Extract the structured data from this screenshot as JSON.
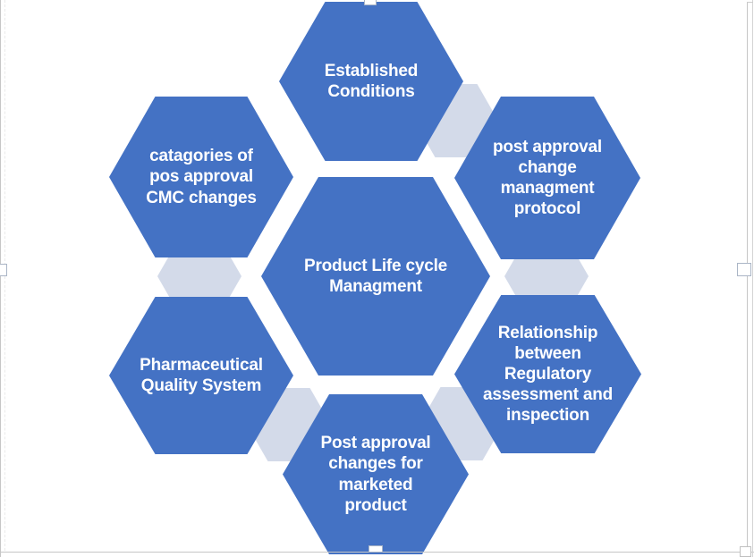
{
  "diagram": {
    "type": "hexagon-cluster",
    "center": {
      "label": "Product Life cycle\nManagment"
    },
    "nodes": [
      {
        "id": "top",
        "label": "Established\nConditions"
      },
      {
        "id": "top-right",
        "label": "post approval\nchange\nmanagment\nprotocol"
      },
      {
        "id": "bottom-right",
        "label": "Relationship\nbetween\nRegulatory\nassessment and\ninspection"
      },
      {
        "id": "bottom",
        "label": "Post approval\nchanges for\nmarketed\nproduct"
      },
      {
        "id": "bottom-left",
        "label": "Pharmaceutical\nQuality System"
      },
      {
        "id": "top-left",
        "label": "catagories of\npos approval\nCMC changes"
      }
    ],
    "colors": {
      "node_fill": "#4472c4",
      "connector_fill": "#d3dae9",
      "text": "#ffffff"
    }
  }
}
